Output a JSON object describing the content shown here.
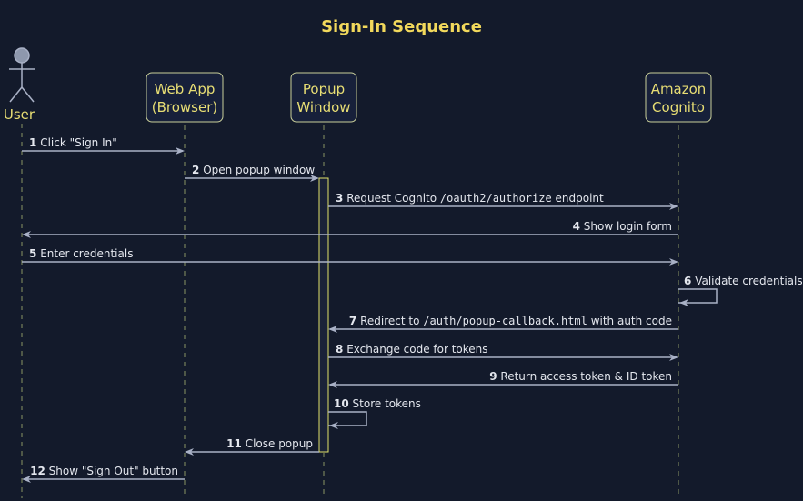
{
  "title": "Sign-In Sequence",
  "participants": [
    {
      "id": "user",
      "type": "actor",
      "label": [
        "User"
      ]
    },
    {
      "id": "webapp",
      "type": "participant",
      "label": [
        "Web App",
        "(Browser)"
      ]
    },
    {
      "id": "popup",
      "type": "participant",
      "label": [
        "Popup",
        "Window"
      ]
    },
    {
      "id": "cognito",
      "type": "participant",
      "label": [
        "Amazon",
        "Cognito"
      ]
    }
  ],
  "activations": [
    {
      "participant": "popup",
      "from_message": 2,
      "to_message": 11
    }
  ],
  "messages": [
    {
      "num": "1",
      "from": "user",
      "to": "webapp",
      "parts": [
        {
          "t": "Click \"Sign In\""
        }
      ]
    },
    {
      "num": "2",
      "from": "webapp",
      "to": "popup",
      "parts": [
        {
          "t": "Open popup window"
        }
      ]
    },
    {
      "num": "3",
      "from": "popup",
      "to": "cognito",
      "parts": [
        {
          "t": "Request Cognito "
        },
        {
          "t": "/oauth2/authorize",
          "code": true
        },
        {
          "t": " endpoint"
        }
      ]
    },
    {
      "num": "4",
      "from": "cognito",
      "to": "user",
      "parts": [
        {
          "t": "Show login form"
        }
      ]
    },
    {
      "num": "5",
      "from": "user",
      "to": "cognito",
      "parts": [
        {
          "t": "Enter credentials"
        }
      ]
    },
    {
      "num": "6",
      "from": "cognito",
      "to": "cognito",
      "parts": [
        {
          "t": "Validate credentials"
        }
      ]
    },
    {
      "num": "7",
      "from": "cognito",
      "to": "popup",
      "parts": [
        {
          "t": "Redirect to "
        },
        {
          "t": "/auth/popup-callback.html",
          "code": true
        },
        {
          "t": " with auth code"
        }
      ]
    },
    {
      "num": "8",
      "from": "popup",
      "to": "cognito",
      "parts": [
        {
          "t": "Exchange code for tokens"
        }
      ]
    },
    {
      "num": "9",
      "from": "cognito",
      "to": "popup",
      "parts": [
        {
          "t": "Return access token & ID token"
        }
      ]
    },
    {
      "num": "10",
      "from": "popup",
      "to": "popup",
      "parts": [
        {
          "t": "Store tokens"
        }
      ]
    },
    {
      "num": "11",
      "from": "popup",
      "to": "webapp",
      "parts": [
        {
          "t": "Close popup"
        }
      ]
    },
    {
      "num": "12",
      "from": "webapp",
      "to": "user",
      "parts": [
        {
          "t": "Show \"Sign Out\" button"
        }
      ]
    }
  ],
  "colors": {
    "background": "#131a2b",
    "title": "#f2d95c",
    "participant_text": "#e8de74",
    "arrow": "#a9b1c6",
    "message_text": "#e4e7ee",
    "activation_border": "#e2e36a"
  }
}
